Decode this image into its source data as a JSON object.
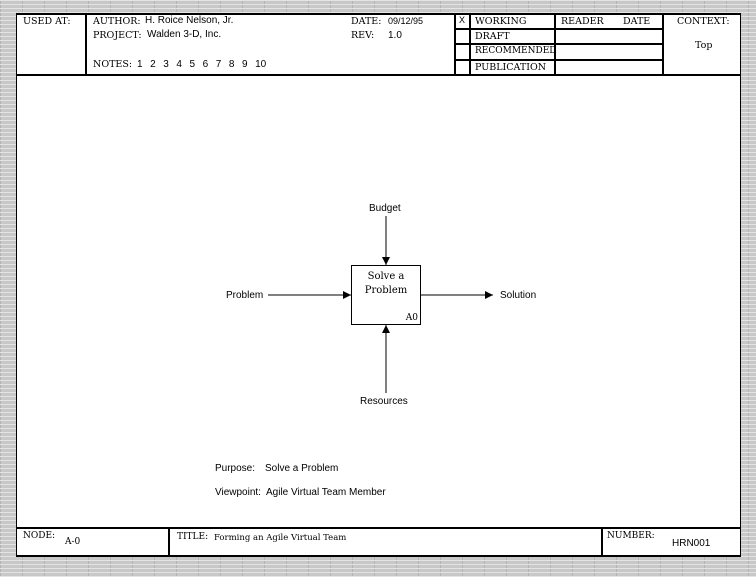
{
  "header": {
    "used_at_label": "USED AT:",
    "author_label": "AUTHOR:",
    "author": "H. Roice Nelson, Jr.",
    "project_label": "PROJECT:",
    "project": "Walden 3-D, Inc.",
    "notes_label": "NOTES:",
    "notes": "1  2  3  4  5  6  7  8  9  10",
    "date_label": "DATE:",
    "date": "09/12/95",
    "rev_label": "REV:",
    "rev": "1.0",
    "status_mark": "X",
    "statuses": [
      "WORKING",
      "DRAFT",
      "RECOMMENDED",
      "PUBLICATION"
    ],
    "reader_label": "READER",
    "reader_date_label": "DATE",
    "context_label": "CONTEXT:",
    "context": "Top"
  },
  "diagram": {
    "activity": "Solve a Problem",
    "activity_line1": "Solve a",
    "activity_line2": "Problem",
    "node": "A0",
    "control": "Budget",
    "input": "Problem",
    "output": "Solution",
    "mechanism": "Resources",
    "purpose_label": "Purpose:",
    "purpose": "Solve a Problem",
    "viewpoint_label": "Viewpoint:",
    "viewpoint": "Agile Virtual Team Member"
  },
  "footer": {
    "node_label": "NODE:",
    "node": "A-0",
    "title_label": "TITLE:",
    "title": "Forming an Agile Virtual Team",
    "number_label": "NUMBER:",
    "number": "HRN001"
  }
}
